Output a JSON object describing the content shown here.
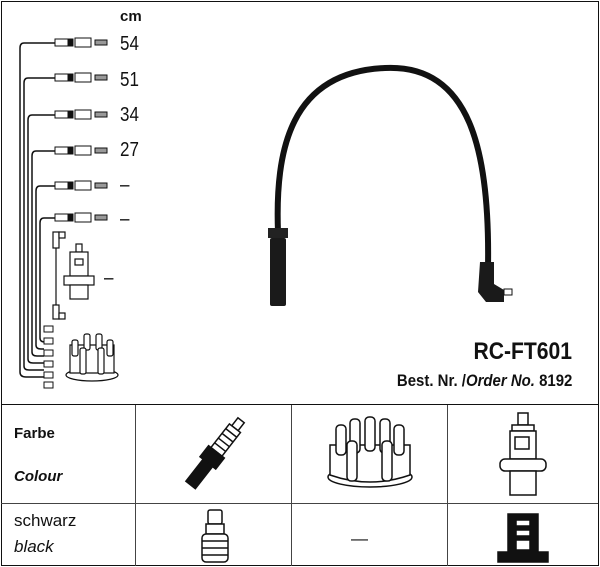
{
  "header": {
    "unit_label": "cm"
  },
  "lengths": [
    "54",
    "51",
    "34",
    "27",
    "–",
    "–"
  ],
  "coil_lead_length": "–",
  "product": {
    "title": "RC-FT601",
    "order_prefix": "Best. Nr. /",
    "order_label": "Order No.",
    "order_number": "8192"
  },
  "table": {
    "header_de": "Farbe",
    "header_en": "Colour",
    "color_de": "schwarz",
    "color_en": "black",
    "distributor_connector": "—"
  }
}
